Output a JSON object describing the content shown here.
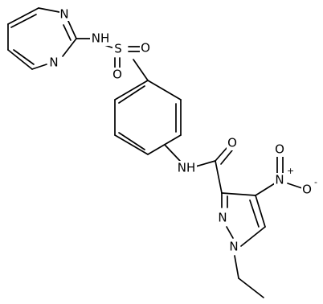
{
  "molecule": {
    "atoms": {
      "pyr_n1": "N",
      "pyr_n2": "N",
      "nh_sulfonamide": "NH",
      "sulfur": "S",
      "o_s_right": "O",
      "o_s_bottom": "O",
      "nh_amide": "NH",
      "o_carbonyl": "O",
      "pz_n2": "N",
      "pz_n1": "N",
      "nitro_n": "N",
      "nitro_n_charge": "+",
      "nitro_o_top": "O",
      "nitro_o_right": "O",
      "nitro_o_charge": "-"
    }
  }
}
